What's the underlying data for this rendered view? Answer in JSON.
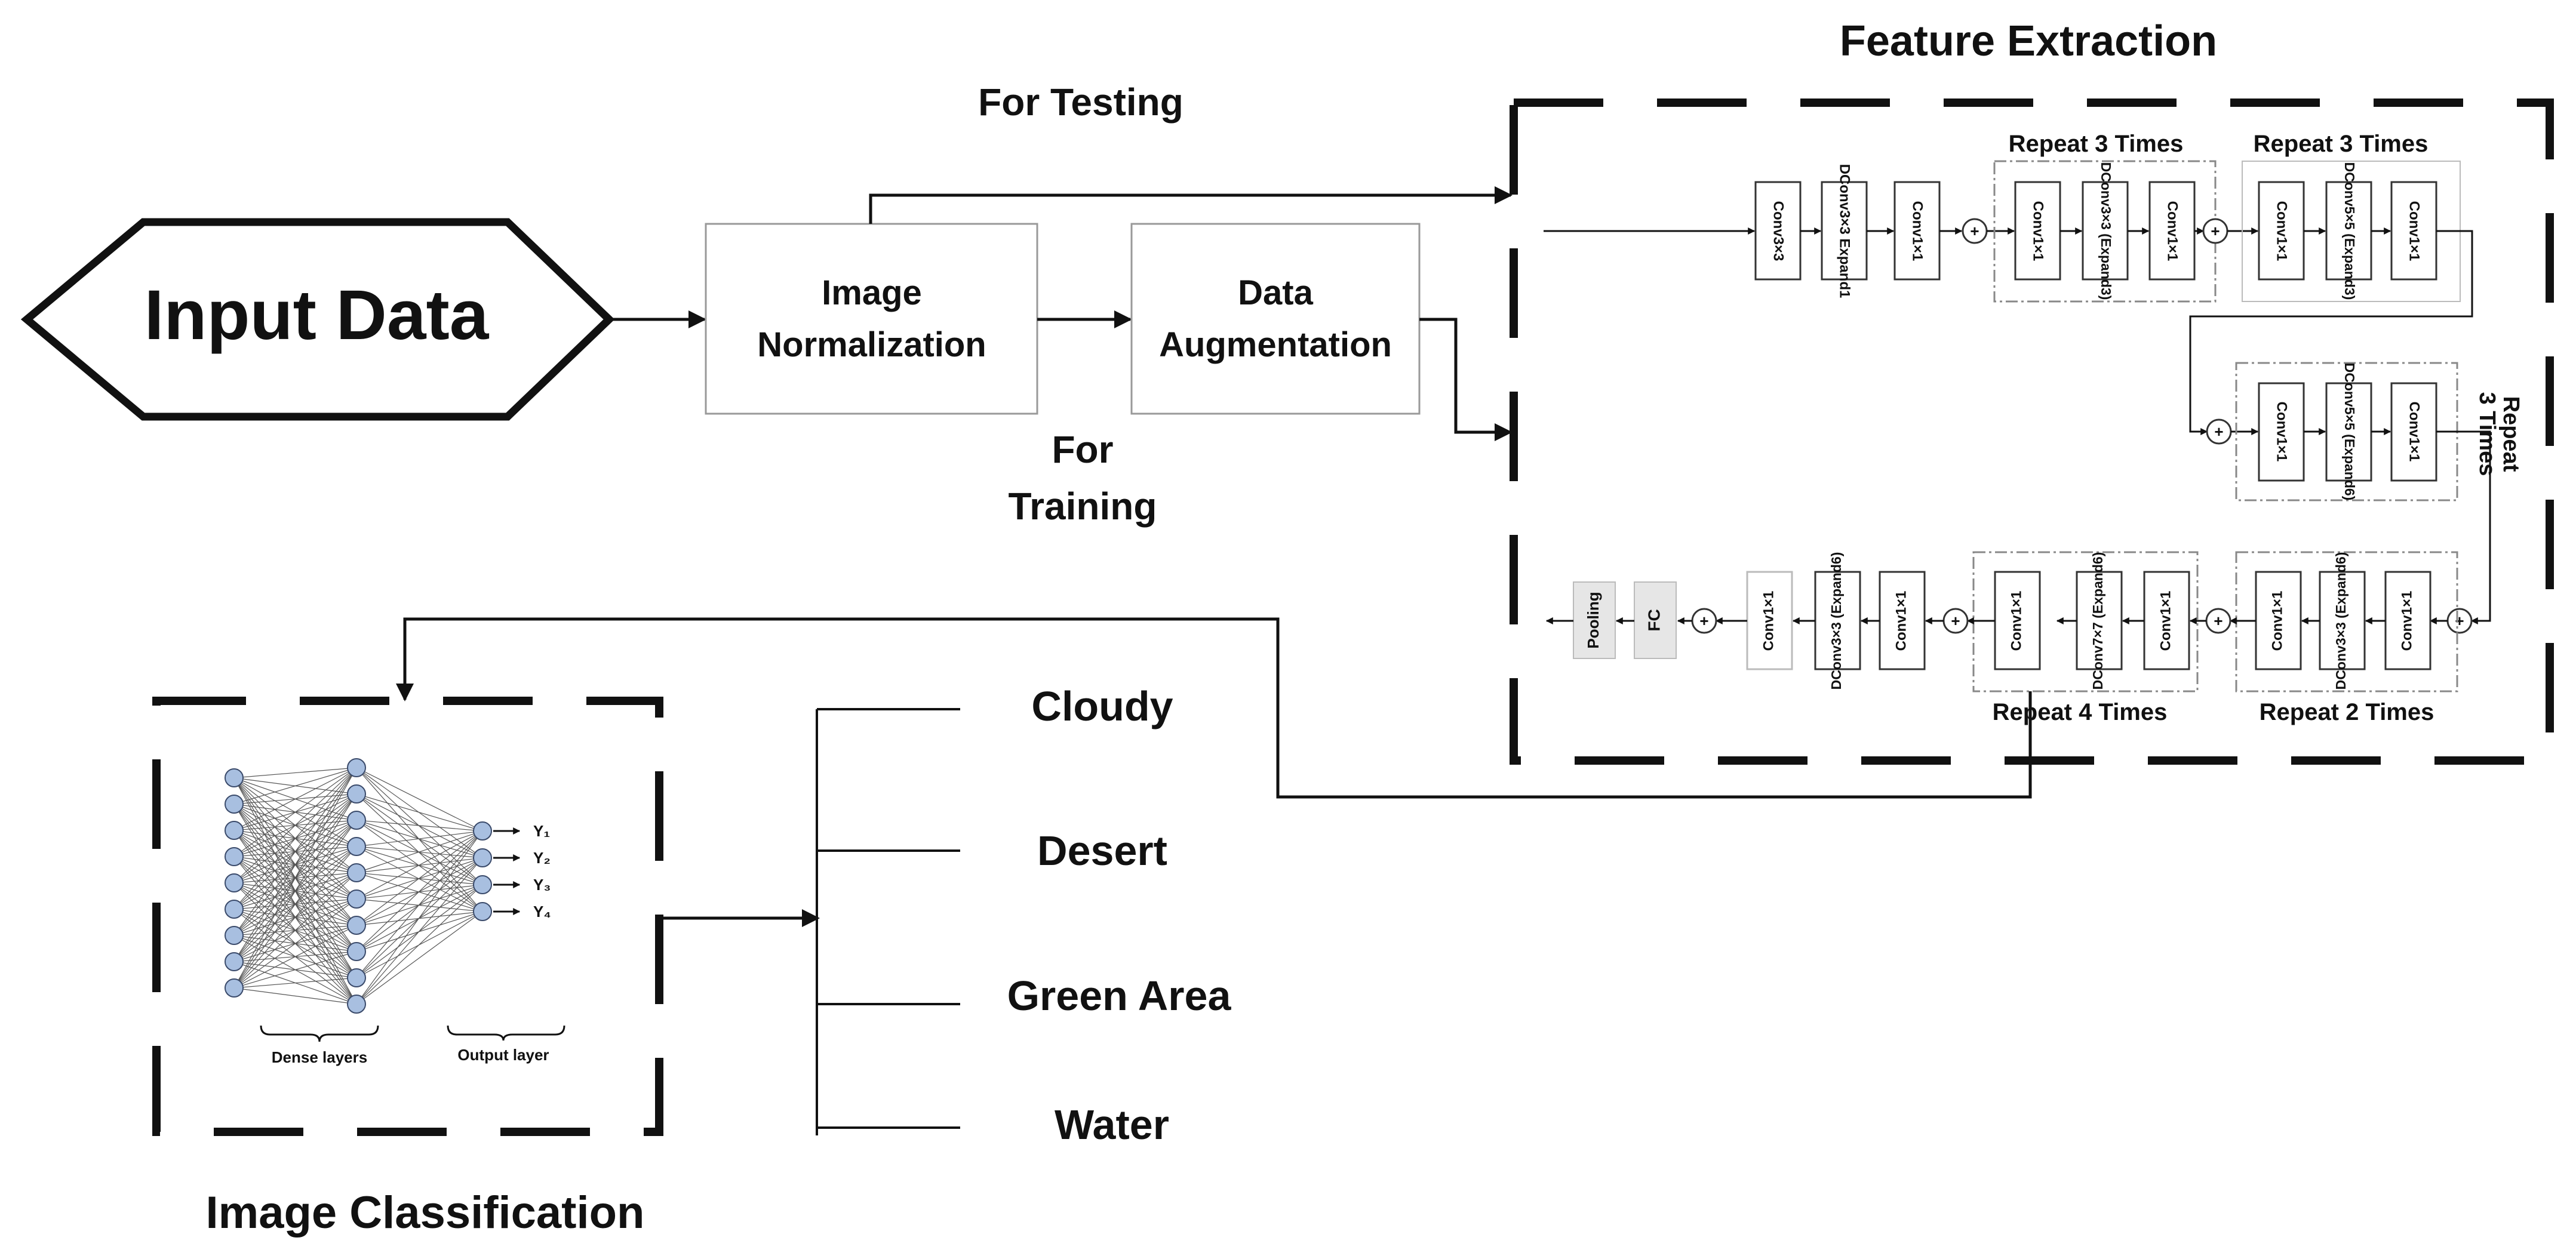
{
  "input": {
    "label": "Input Data"
  },
  "preprocessing": {
    "normalization": [
      "Image",
      "Normalization"
    ],
    "augmentation": [
      "Data",
      "Augmentation"
    ],
    "for_testing": "For Testing",
    "for_training": [
      "For",
      "Training"
    ]
  },
  "feature_extraction": {
    "title": "Feature Extraction",
    "row1_blocks": [
      "Conv3×3",
      "DConv3×3 Expand1",
      "Conv1×1"
    ],
    "group1": {
      "label": "Repeat 3 Times",
      "blocks": [
        "Conv1×1",
        "DConv3×3 (Expand3)",
        "Conv1×1"
      ]
    },
    "group2": {
      "label": "Repeat 3 Times",
      "blocks": [
        "Conv1×1",
        "DConv5×5 (Expand3)",
        "Conv1×1"
      ]
    },
    "group3": {
      "label": "Repeat 3 Times",
      "label_lines": [
        "Repeat",
        "3 Times"
      ],
      "blocks": [
        "Conv1×1",
        "DConv5×5 (Expand6)",
        "Conv1×1"
      ]
    },
    "group4": {
      "label": "Repeat 2 Times",
      "blocks": [
        "Conv1×1",
        "DConv3×3 (Expand6)",
        "Conv1×1"
      ]
    },
    "group5": {
      "label": "Repeat 4 Times",
      "blocks": [
        "Conv1×1",
        "DConv7×7 (Expand6)",
        "Conv1×1"
      ]
    },
    "row3_blocks": [
      "Conv1×1",
      "DConv3×3 (Expand6)",
      "Conv1×1"
    ],
    "fc": "FC",
    "pooling": "Pooling",
    "add_symbol": "+"
  },
  "classification": {
    "title": "Image Classification",
    "dense_label": "Dense layers",
    "output_label": "Output layer",
    "outputs": [
      "Y₁",
      "Y₂",
      "Y₃",
      "Y₄"
    ],
    "classes": [
      "Cloudy",
      "Desert",
      "Green Area",
      "Water"
    ]
  },
  "colors": {
    "line": "#111111",
    "node_fill": "#a8bfe0",
    "node_stroke": "#3a4a6a",
    "box_stroke": "#9a9a9a",
    "gray_block": "#e6e6e6"
  }
}
